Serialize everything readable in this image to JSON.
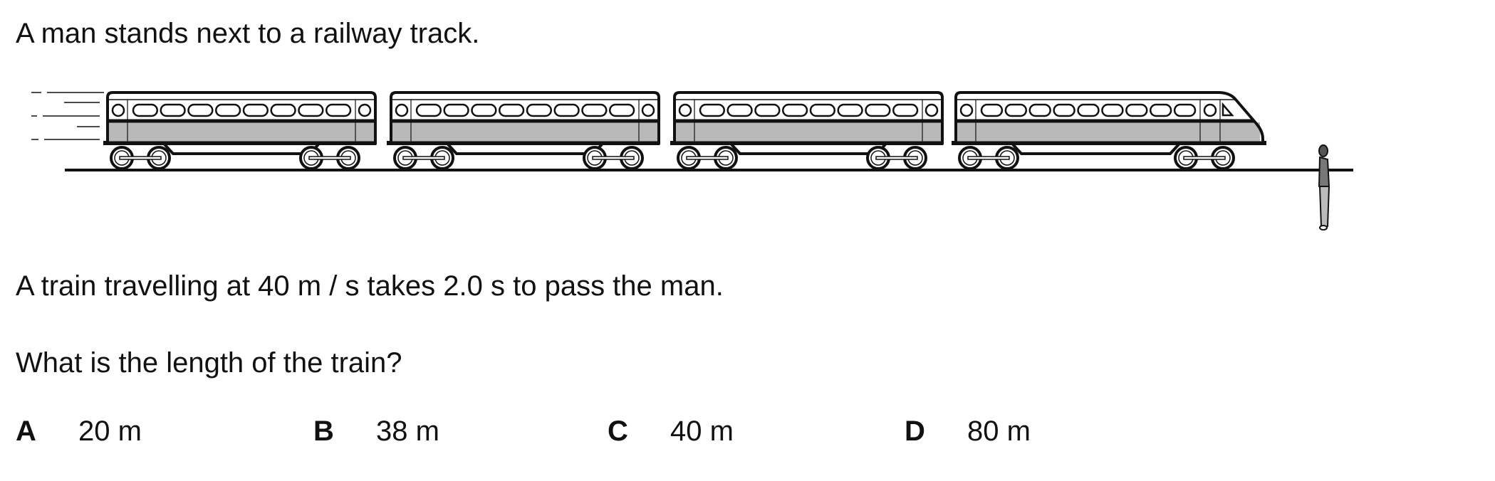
{
  "question": {
    "intro": "A man stands next to a railway track.",
    "statement": "A train travelling at 40 m / s takes 2.0 s to pass the man.",
    "prompt": "What is the length of the train?"
  },
  "options": [
    {
      "letter": "A",
      "value": "20 m"
    },
    {
      "letter": "B",
      "value": "38 m"
    },
    {
      "letter": "C",
      "value": "40 m"
    },
    {
      "letter": "D",
      "value": "80 m"
    }
  ],
  "figure": {
    "carriages": 4,
    "body_grey": "#b9b9b9",
    "ink": "#111111"
  }
}
